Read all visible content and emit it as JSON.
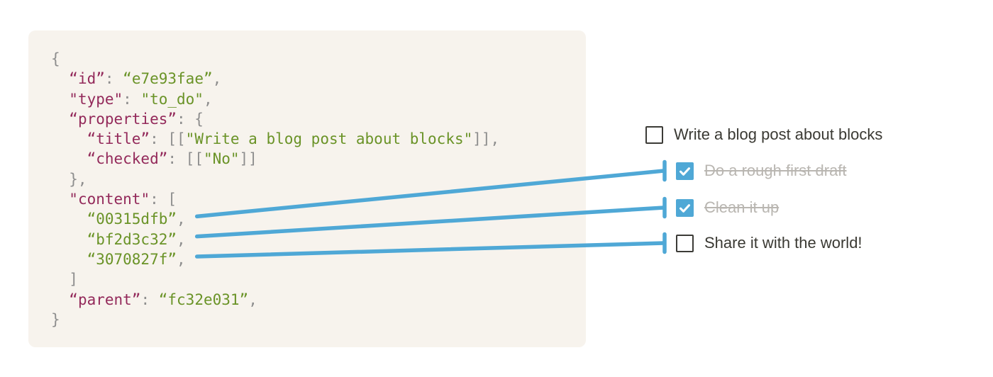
{
  "colors": {
    "connector_blue": "#4fa8d6",
    "code_background": "#f7f3ed",
    "code_key": "#93295a",
    "code_string": "#6a9327",
    "code_punctuation": "#8e8e8e",
    "todo_text": "#3a3933",
    "todo_done_text": "#b9b6b1",
    "checkbox_border": "#3c3b37",
    "checkbox_checked_fill": "#4fa8d6"
  },
  "code_block": {
    "language": "json",
    "lines": [
      [
        {
          "c": "punct",
          "t": "{"
        }
      ],
      [
        {
          "c": "punct",
          "t": "  "
        },
        {
          "c": "key",
          "t": "“id”"
        },
        {
          "c": "punct",
          "t": ": "
        },
        {
          "c": "string",
          "t": "“e7e93fae”"
        },
        {
          "c": "punct",
          "t": ","
        }
      ],
      [
        {
          "c": "punct",
          "t": "  "
        },
        {
          "c": "key",
          "t": "\"type\""
        },
        {
          "c": "punct",
          "t": ": "
        },
        {
          "c": "string",
          "t": "\"to_do\""
        },
        {
          "c": "punct",
          "t": ","
        }
      ],
      [
        {
          "c": "punct",
          "t": "  "
        },
        {
          "c": "key",
          "t": "“properties”"
        },
        {
          "c": "punct",
          "t": ": {"
        }
      ],
      [
        {
          "c": "punct",
          "t": "    "
        },
        {
          "c": "key",
          "t": "“title”"
        },
        {
          "c": "punct",
          "t": ": [["
        },
        {
          "c": "string",
          "t": "\"Write a blog post about blocks\""
        },
        {
          "c": "punct",
          "t": "]],"
        }
      ],
      [
        {
          "c": "punct",
          "t": "    "
        },
        {
          "c": "key",
          "t": "“checked”"
        },
        {
          "c": "punct",
          "t": ": [["
        },
        {
          "c": "string",
          "t": "\"No\""
        },
        {
          "c": "punct",
          "t": "]]"
        }
      ],
      [
        {
          "c": "punct",
          "t": "  },"
        }
      ],
      [
        {
          "c": "punct",
          "t": "  "
        },
        {
          "c": "key",
          "t": "\"content\""
        },
        {
          "c": "punct",
          "t": ": ["
        }
      ],
      [
        {
          "c": "punct",
          "t": "    "
        },
        {
          "c": "string",
          "t": "“00315dfb”"
        },
        {
          "c": "punct",
          "t": ","
        }
      ],
      [
        {
          "c": "punct",
          "t": "    "
        },
        {
          "c": "string",
          "t": "“bf2d3c32”"
        },
        {
          "c": "punct",
          "t": ","
        }
      ],
      [
        {
          "c": "punct",
          "t": "    "
        },
        {
          "c": "string",
          "t": "“3070827f”"
        },
        {
          "c": "punct",
          "t": ","
        }
      ],
      [
        {
          "c": "punct",
          "t": "  ]"
        }
      ],
      [
        {
          "c": "punct",
          "t": "  "
        },
        {
          "c": "key",
          "t": "“parent”"
        },
        {
          "c": "punct",
          "t": ": "
        },
        {
          "c": "string",
          "t": "“fc32e031”"
        },
        {
          "c": "punct",
          "t": ","
        }
      ],
      [
        {
          "c": "punct",
          "t": "}"
        }
      ]
    ]
  },
  "todo_list": {
    "items": [
      {
        "label": "Write a blog post about blocks",
        "checked": false,
        "indent": 0
      },
      {
        "label": "Do a rough first draft",
        "checked": true,
        "indent": 1
      },
      {
        "label": "Clean it up",
        "checked": true,
        "indent": 1
      },
      {
        "label": "Share it with the world!",
        "checked": false,
        "indent": 1
      }
    ]
  },
  "connections": [
    {
      "source_text": "00315dfb",
      "code_line": 8,
      "todo_item": 1
    },
    {
      "source_text": "bf2d3c32",
      "code_line": 9,
      "todo_item": 2
    },
    {
      "source_text": "3070827f",
      "code_line": 10,
      "todo_item": 3
    }
  ]
}
